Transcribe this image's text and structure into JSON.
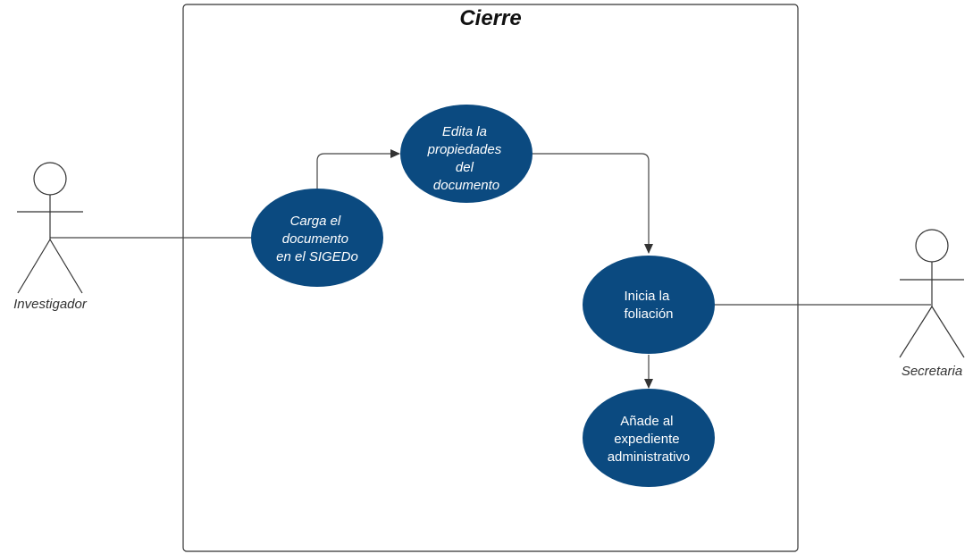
{
  "system": {
    "title": "Cierre"
  },
  "actors": {
    "left": {
      "name": "Investigador"
    },
    "right": {
      "name": "Secretaria"
    }
  },
  "use_cases": {
    "carga": {
      "lines": [
        "Carga el",
        "documento",
        "en el SIGEDo"
      ]
    },
    "edita": {
      "lines": [
        "Edita la",
        "propiedades",
        "del",
        "documento"
      ]
    },
    "inicia": {
      "lines": [
        "Inicia la",
        "foliación"
      ]
    },
    "anade": {
      "lines": [
        "Añade al",
        "expediente",
        "administrativo"
      ]
    }
  },
  "colors": {
    "use_case_fill": "#0b4a80",
    "use_case_text": "#ffffff",
    "line": "#444444",
    "boundary": "#333333"
  }
}
